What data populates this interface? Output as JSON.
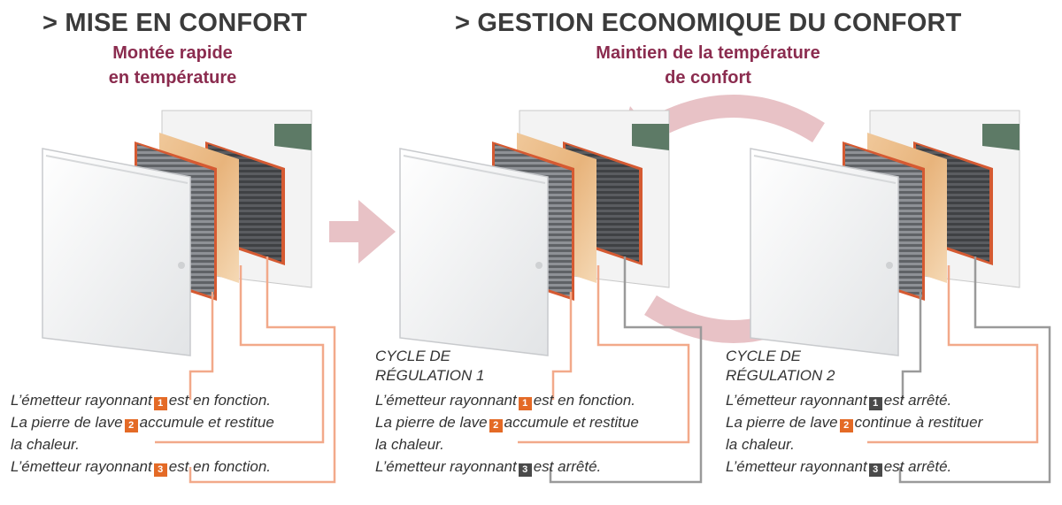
{
  "left": {
    "title": "> MISE EN CONFORT",
    "subtitle_line1": "Montée rapide",
    "subtitle_line2": "en température",
    "lines": [
      {
        "pre": "L’émetteur rayonnant",
        "badge": "1",
        "post": "est en fonction."
      },
      {
        "pre": "La pierre de lave",
        "badge": "2",
        "post": "accumule et restitue"
      },
      {
        "pre": "la chaleur.",
        "badge": "",
        "post": ""
      },
      {
        "pre": "L’émetteur rayonnant",
        "badge": "3",
        "post": "est en fonction."
      }
    ]
  },
  "right": {
    "title": "> GESTION ECONOMIQUE DU CONFORT",
    "subtitle_line1": "Maintien de la température",
    "subtitle_line2": "de confort"
  },
  "cycle1": {
    "caption_line1": "CYCLE DE",
    "caption_line2": "RÉGULATION 1",
    "lines": [
      {
        "pre": "L’émetteur rayonnant",
        "badge": "1",
        "post": "est en fonction."
      },
      {
        "pre": "La pierre de lave",
        "badge": "2",
        "post": "accumule et restitue"
      },
      {
        "pre": "la chaleur.",
        "badge": "",
        "post": ""
      },
      {
        "pre": "L’émetteur rayonnant",
        "badge": "3",
        "post": "est arrêté."
      }
    ]
  },
  "cycle2": {
    "caption_line1": "CYCLE DE",
    "caption_line2": "RÉGULATION 2",
    "lines": [
      {
        "pre": "L’émetteur rayonnant",
        "badge": "1",
        "post": "est arrêté."
      },
      {
        "pre": "La pierre de lave",
        "badge": "2",
        "post": "continue à restituer"
      },
      {
        "pre": "la chaleur.",
        "badge": "",
        "post": ""
      },
      {
        "pre": "L’émetteur rayonnant",
        "badge": "3",
        "post": "est arrêté."
      }
    ]
  },
  "colors": {
    "title": "#3b3b3b",
    "subtitle": "#8b2c4f",
    "active_line": "#f2a98a",
    "inactive_line": "#9a9a9a",
    "badge_active": "#e46a26",
    "badge_inactive": "#4a4a4a",
    "arrow": "#e8c2c6"
  }
}
